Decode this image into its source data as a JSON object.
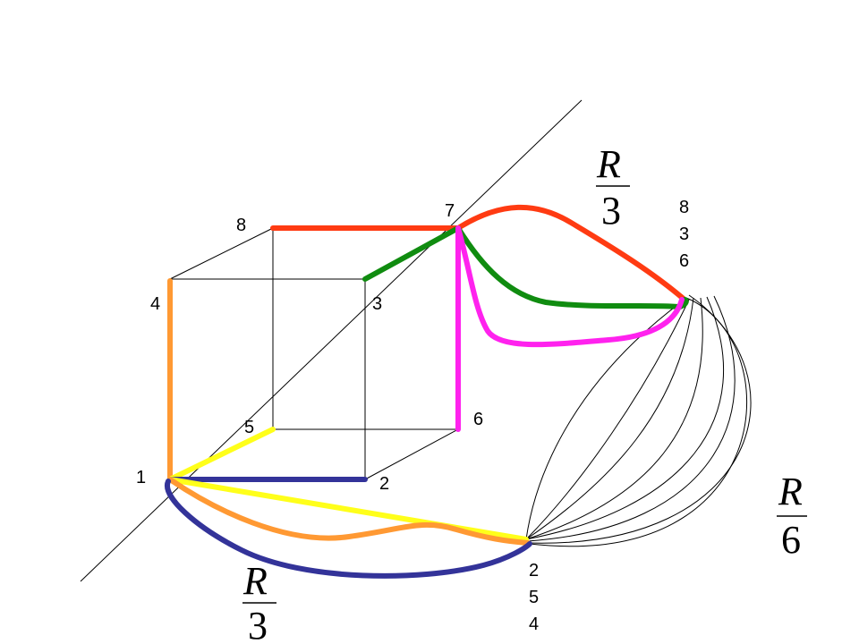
{
  "colors": {
    "red": "#FF3B12",
    "green": "#108C10",
    "magenta": "#FF22EE",
    "orange": "#FF9933",
    "yellow": "#FFFF1A",
    "navy": "#333399",
    "black": "#000000"
  },
  "vertices": {
    "v1": "1",
    "v2": "2",
    "v3": "3",
    "v4": "4",
    "v5": "5",
    "v6": "6",
    "v7": "7",
    "v8": "8"
  },
  "node_labels": {
    "right_top": [
      "8",
      "3",
      "6"
    ],
    "bottom": [
      "2",
      "5",
      "4"
    ]
  },
  "resistances": {
    "top_right": {
      "numerator": "R",
      "denominator": "3"
    },
    "bottom_left": {
      "numerator": "R",
      "denominator": "3"
    },
    "right": {
      "numerator": "R",
      "denominator": "6"
    }
  }
}
